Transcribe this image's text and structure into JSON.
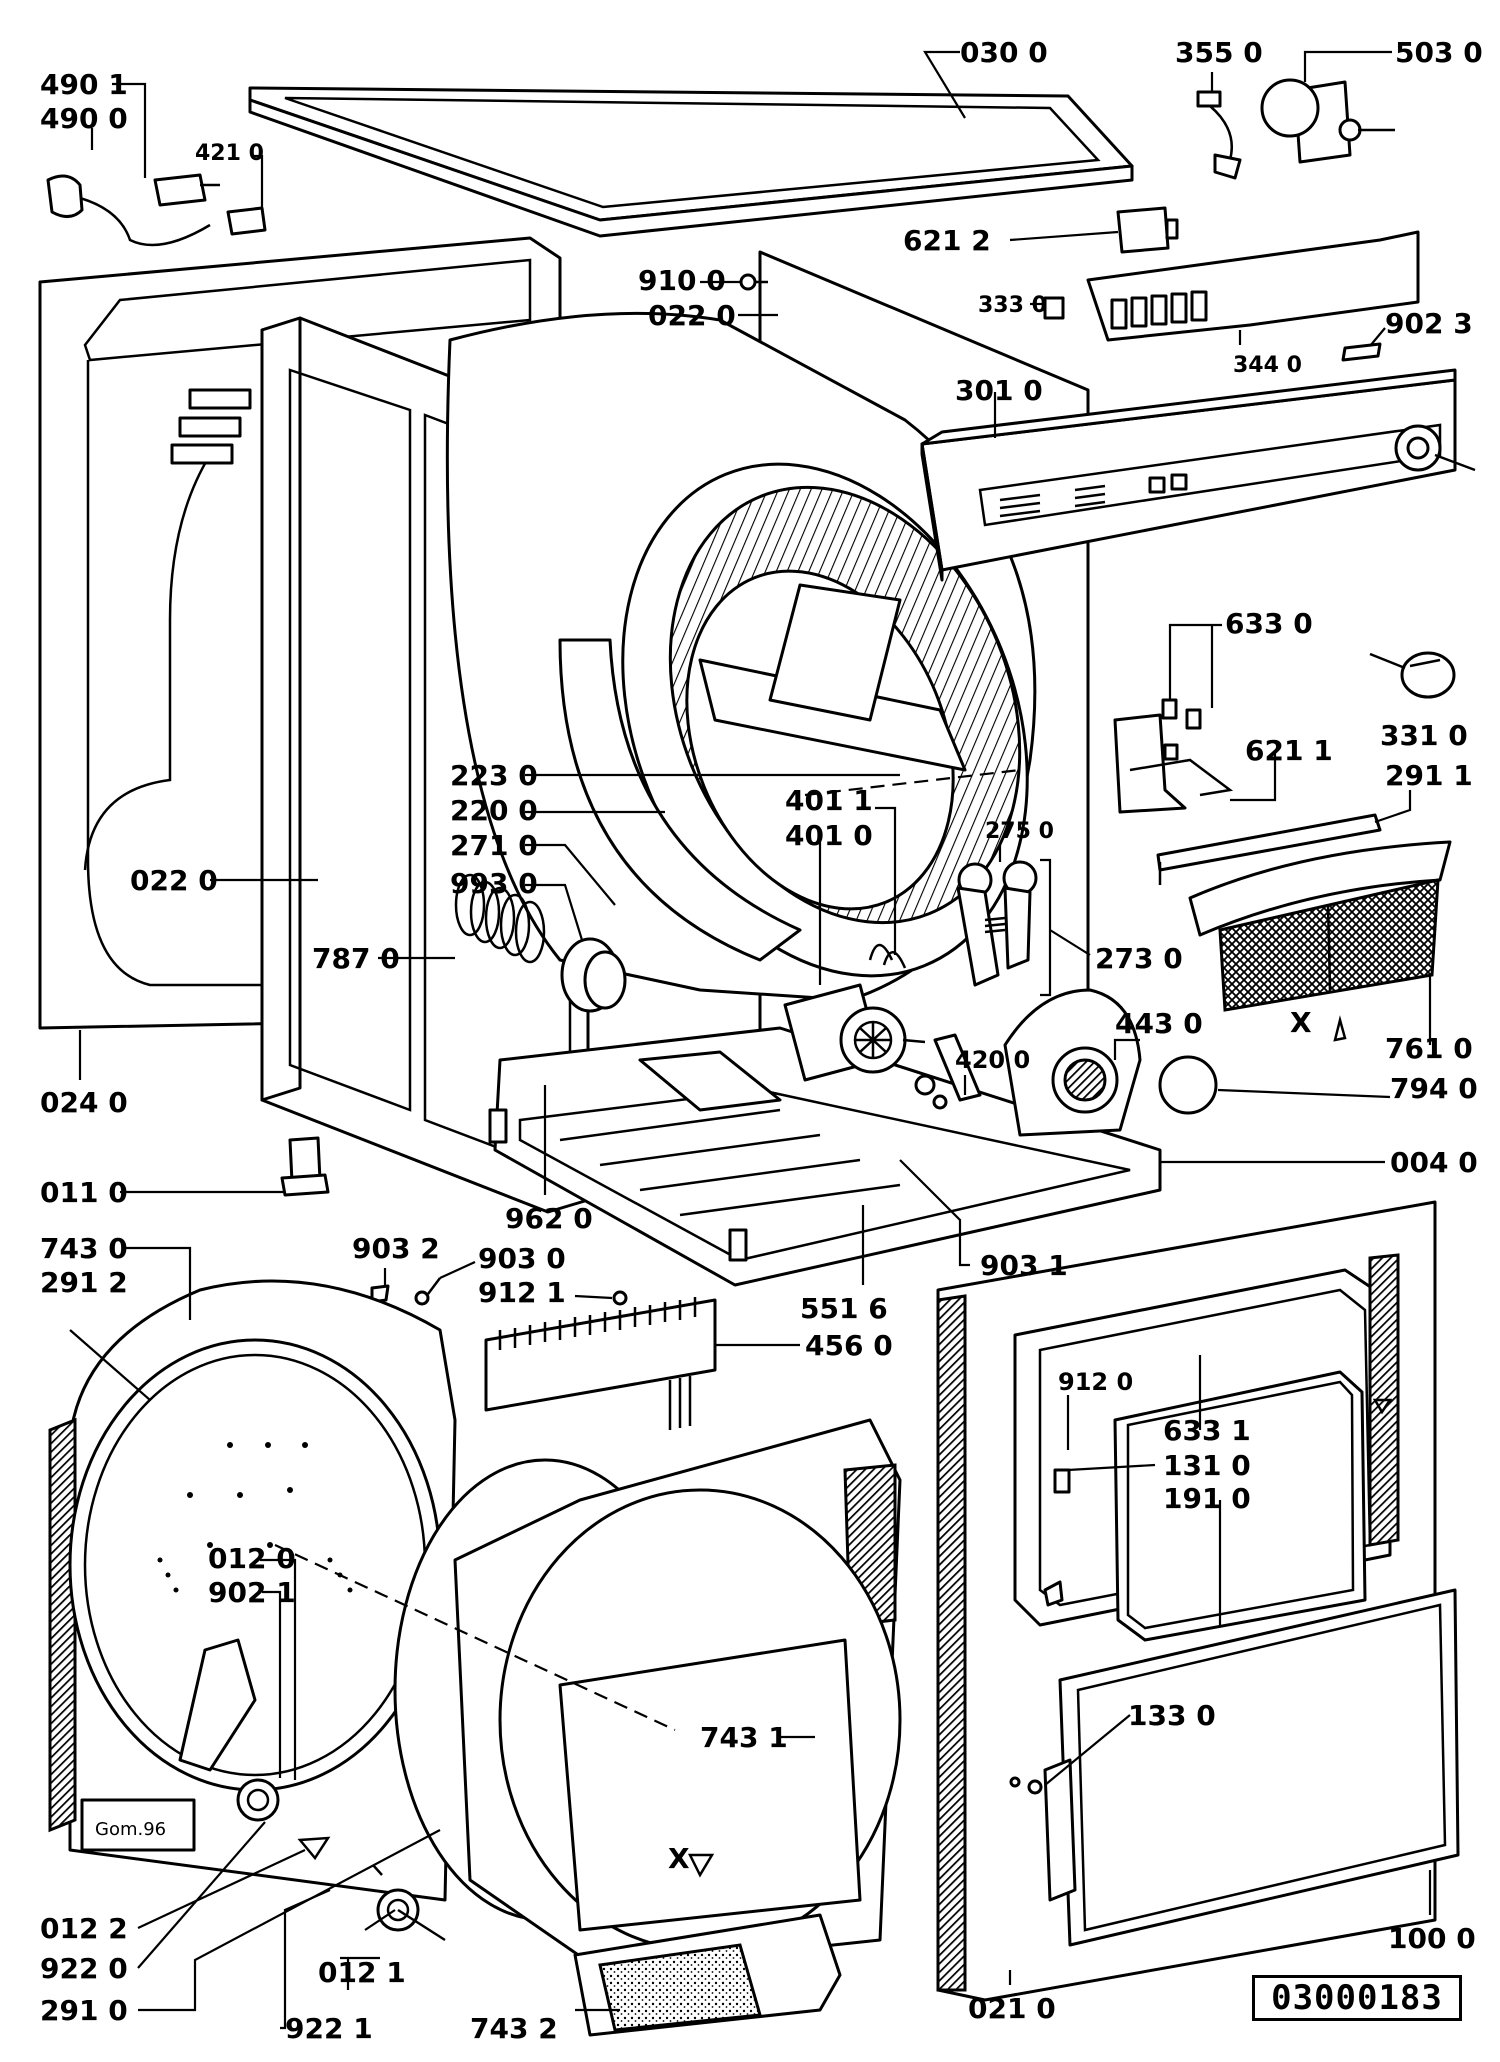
{
  "document_id": "03000183",
  "labels": {
    "L4901": "490 1",
    "L4900": "490 0",
    "L4210": "421 0",
    "L0300": "030 0",
    "L3550": "355 0",
    "L5030": "503 0",
    "L6212": "621 2",
    "L9100": "910 0",
    "L0220top": "022 0",
    "L3330": "333 0",
    "L9023": "902 3",
    "L3440": "344 0",
    "L3010": "301 0",
    "L6330": "633 0",
    "L3310": "331 0",
    "L6211": "621 1",
    "L2911": "291 1",
    "L2230": "223 0",
    "L2200": "220 0",
    "L2710": "271 0",
    "L9930": "993 0",
    "L4011": "401 1",
    "L4010": "401 0",
    "L2750": "275 0",
    "L0220left": "022 0",
    "L7870": "787 0",
    "L2730": "273 0",
    "L4200": "420 0",
    "L4430": "443 0",
    "L7610": "761 0",
    "L7940": "794 0",
    "L0240": "024 0",
    "L0040": "004 0",
    "L0110": "011 0",
    "L9620": "962 0",
    "L9031": "903 1",
    "L7430": "743 0",
    "L2912": "291 2",
    "L9032": "903 2",
    "L9030": "903 0",
    "L9121": "912 1",
    "L5516": "551 6",
    "L4560": "456 0",
    "L9120": "912 0",
    "L6331": "633 1",
    "L1310": "131 0",
    "L1910": "191 0",
    "L0120": "012 0",
    "L9021": "902 1",
    "L7431": "743 1",
    "L1330": "133 0",
    "L0122": "012 2",
    "L9220": "922 0",
    "L2910": "291 0",
    "L0121": "012 1",
    "L9221": "922 1",
    "L7432": "743 2",
    "L0210": "021 0",
    "L1000": "100 0"
  },
  "stamp_text": "Gom.96",
  "marker_x": "X"
}
